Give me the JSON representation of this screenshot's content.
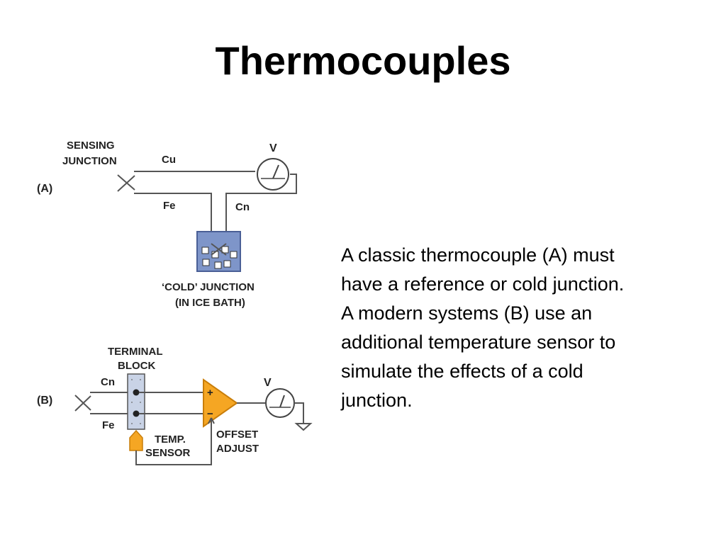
{
  "slide": {
    "title": "Thermocouples"
  },
  "diagram_a": {
    "panel_label": "(A)",
    "sensing_junction_line1": "SENSING",
    "sensing_junction_line2": "JUNCTION",
    "wire_top": "Cu",
    "wire_bottom": "Fe",
    "wire_return": "Cn",
    "meter": "V",
    "cold_junction_line1": "‘COLD’ JUNCTION",
    "cold_junction_line2": "(IN ICE BATH)"
  },
  "diagram_b": {
    "panel_label": "(B)",
    "terminal_block_line1": "TERMINAL",
    "terminal_block_line2": "BLOCK",
    "wire_top": "Cn",
    "wire_bottom": "Fe",
    "amp_plus": "+",
    "amp_minus": "−",
    "meter": "V",
    "temp_sensor_line1": "TEMP.",
    "temp_sensor_line2": "SENSOR",
    "offset_line1": "OFFSET",
    "offset_line2": "ADJUST"
  },
  "text": {
    "lines": [
      "A classic thermocouple (A) must",
      "have a reference or cold junction.",
      "A modern systems (B) use an",
      "additional temperature sensor to",
      "simulate the effects of a cold",
      "junction."
    ]
  },
  "colors": {
    "ice_bath": "#7e95c9",
    "ice_bath_edge": "#4a5f96",
    "terminal_block": "#c9d3e6",
    "amplifier": "#f5a623",
    "amplifier_edge": "#c97e0a",
    "wire": "#555555"
  }
}
